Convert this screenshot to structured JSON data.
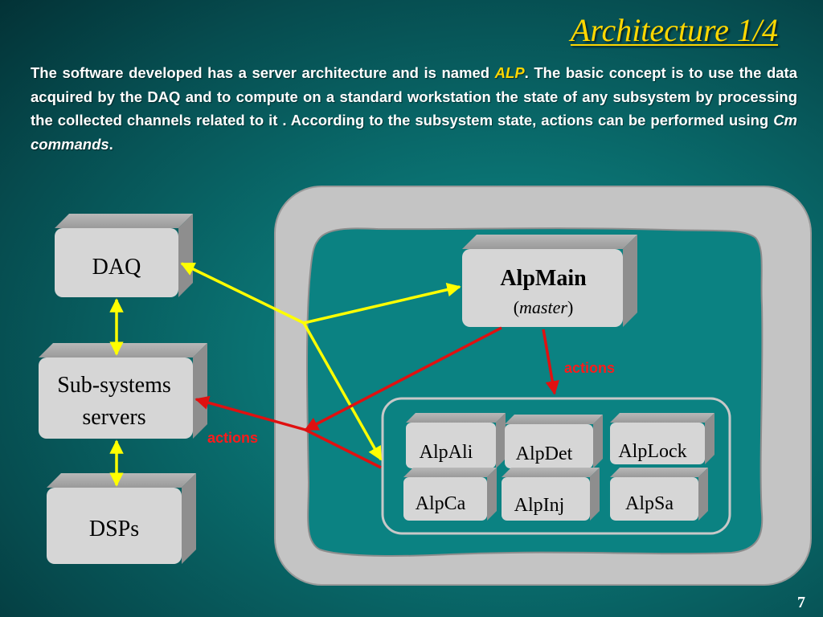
{
  "slide": {
    "title": "Architecture  1/4",
    "page_number": "7"
  },
  "intro": {
    "part1": "The software developed has a server architecture and is named ",
    "alp": "ALP",
    "part2": ". The basic concept is to use the data acquired by the DAQ and to compute on a standard workstation the state of any subsystem by processing the collected channels related to it . According to the subsystem state, actions can be performed using ",
    "cm": "Cm commands",
    "part3": "."
  },
  "diagram": {
    "daq": "DAQ",
    "subsystems_line1": "Sub-systems",
    "subsystems_line2": "servers",
    "dsps": "DSPs",
    "alpmain": "AlpMain",
    "alpmain_role": "master",
    "paren_open": "(",
    "paren_close": ")",
    "actions_left": "actions",
    "actions_right": "actions",
    "modules": {
      "alpali": "AlpAli",
      "alpdet": "AlpDet",
      "alplock": "AlpLock",
      "alpca": "AlpCa",
      "alpinj": "AlpInj",
      "alpsa": "AlpSa"
    }
  },
  "colors": {
    "title": "#ffd700",
    "yellow_arrow": "#ffff00",
    "red_arrow": "#e01010",
    "box_face": "#d6d6d6"
  }
}
